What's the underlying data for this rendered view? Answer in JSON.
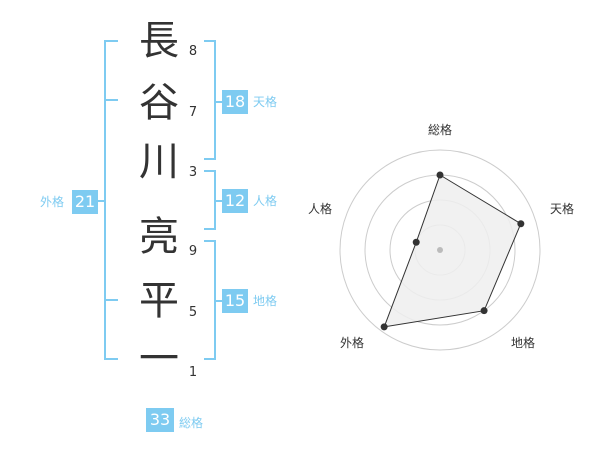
{
  "name": {
    "chars": [
      {
        "char": "長",
        "strokes": "8"
      },
      {
        "char": "谷",
        "strokes": "7"
      },
      {
        "char": "川",
        "strokes": "3"
      },
      {
        "char": "亮",
        "strokes": "9"
      },
      {
        "char": "平",
        "strokes": "5"
      },
      {
        "char": "一",
        "strokes": "1"
      }
    ]
  },
  "kakaku": {
    "tenkaku": {
      "value": "18",
      "label": "天格"
    },
    "jinkaku": {
      "value": "12",
      "label": "人格"
    },
    "chikaku": {
      "value": "15",
      "label": "地格"
    },
    "gaikaku": {
      "value": "21",
      "label": "外格"
    },
    "soukaku": {
      "value": "33",
      "label": "総格"
    }
  },
  "colors": {
    "accent": "#7ecbf1",
    "text": "#333333",
    "radar_fill": "#eeeeee",
    "radar_grid": "#cccccc"
  },
  "chart_data": {
    "type": "radar",
    "axes": [
      "総格",
      "天格",
      "地格",
      "外格",
      "人格"
    ],
    "values": [
      0.75,
      0.85,
      0.75,
      0.95,
      0.25
    ],
    "range": [
      0,
      1
    ],
    "rings": 4
  }
}
